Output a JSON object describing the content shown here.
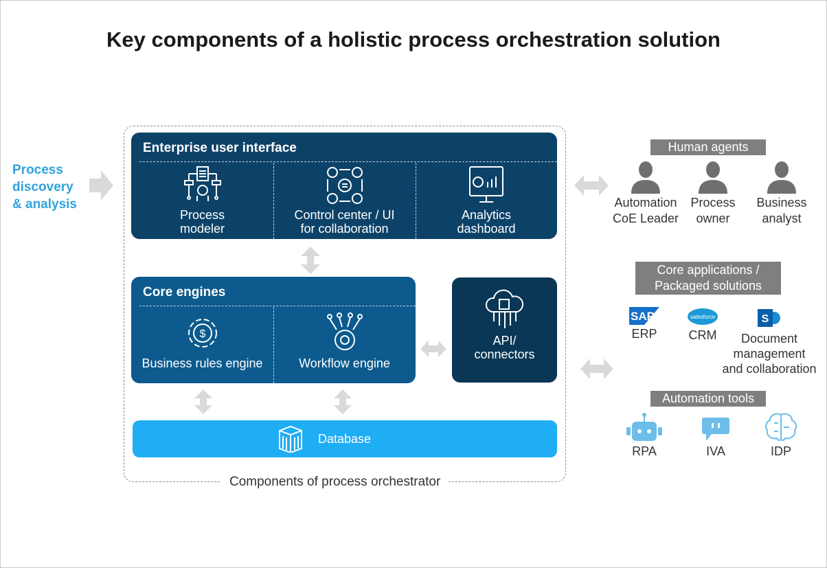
{
  "title": "Key components of a holistic process orchestration solution",
  "left_input": {
    "line1": "Process",
    "line2": "discovery",
    "line3": "& analysis"
  },
  "enterprise_ui": {
    "heading": "Enterprise user interface",
    "items": [
      {
        "line1": "Process",
        "line2": "modeler",
        "icon": "process-modeler-icon"
      },
      {
        "line1": "Control center / UI",
        "line2": "for collaboration",
        "icon": "collaboration-icon"
      },
      {
        "line1": "Analytics",
        "line2": "dashboard",
        "icon": "dashboard-icon"
      }
    ]
  },
  "core_engines": {
    "heading": "Core engines",
    "items": [
      {
        "label": "Business rules engine",
        "icon": "dollar-gear-icon"
      },
      {
        "label": "Workflow engine",
        "icon": "workflow-gear-icon"
      }
    ]
  },
  "api": {
    "line1": "API/",
    "line2": "connectors"
  },
  "database": {
    "label": "Database"
  },
  "caption": "Components of process orchestrator",
  "human_agents": {
    "label": "Human agents",
    "items": [
      {
        "line1": "Automation",
        "line2": "CoE Leader"
      },
      {
        "line1": "Process",
        "line2": "owner"
      },
      {
        "line1": "Business",
        "line2": "analyst"
      }
    ]
  },
  "core_apps": {
    "line1": "Core applications /",
    "line2": "Packaged solutions",
    "items": [
      {
        "label": "ERP",
        "logo": "SAP"
      },
      {
        "label": "CRM",
        "logo": "salesforce"
      },
      {
        "line1": "Document",
        "line2": "management",
        "line3": "and collaboration",
        "logo": "S"
      }
    ]
  },
  "automation_tools": {
    "label": "Automation tools",
    "items": [
      {
        "label": "RPA"
      },
      {
        "label": "IVA"
      },
      {
        "label": "IDP"
      }
    ]
  },
  "colors": {
    "eui": "#0d4268",
    "core": "#0c5a8e",
    "api": "#0a3755",
    "db": "#1fadf4",
    "accent": "#2ea3da",
    "label_bg": "#7f7f7f",
    "arrow": "#d9d9d9",
    "tool": "#6cbde9"
  }
}
